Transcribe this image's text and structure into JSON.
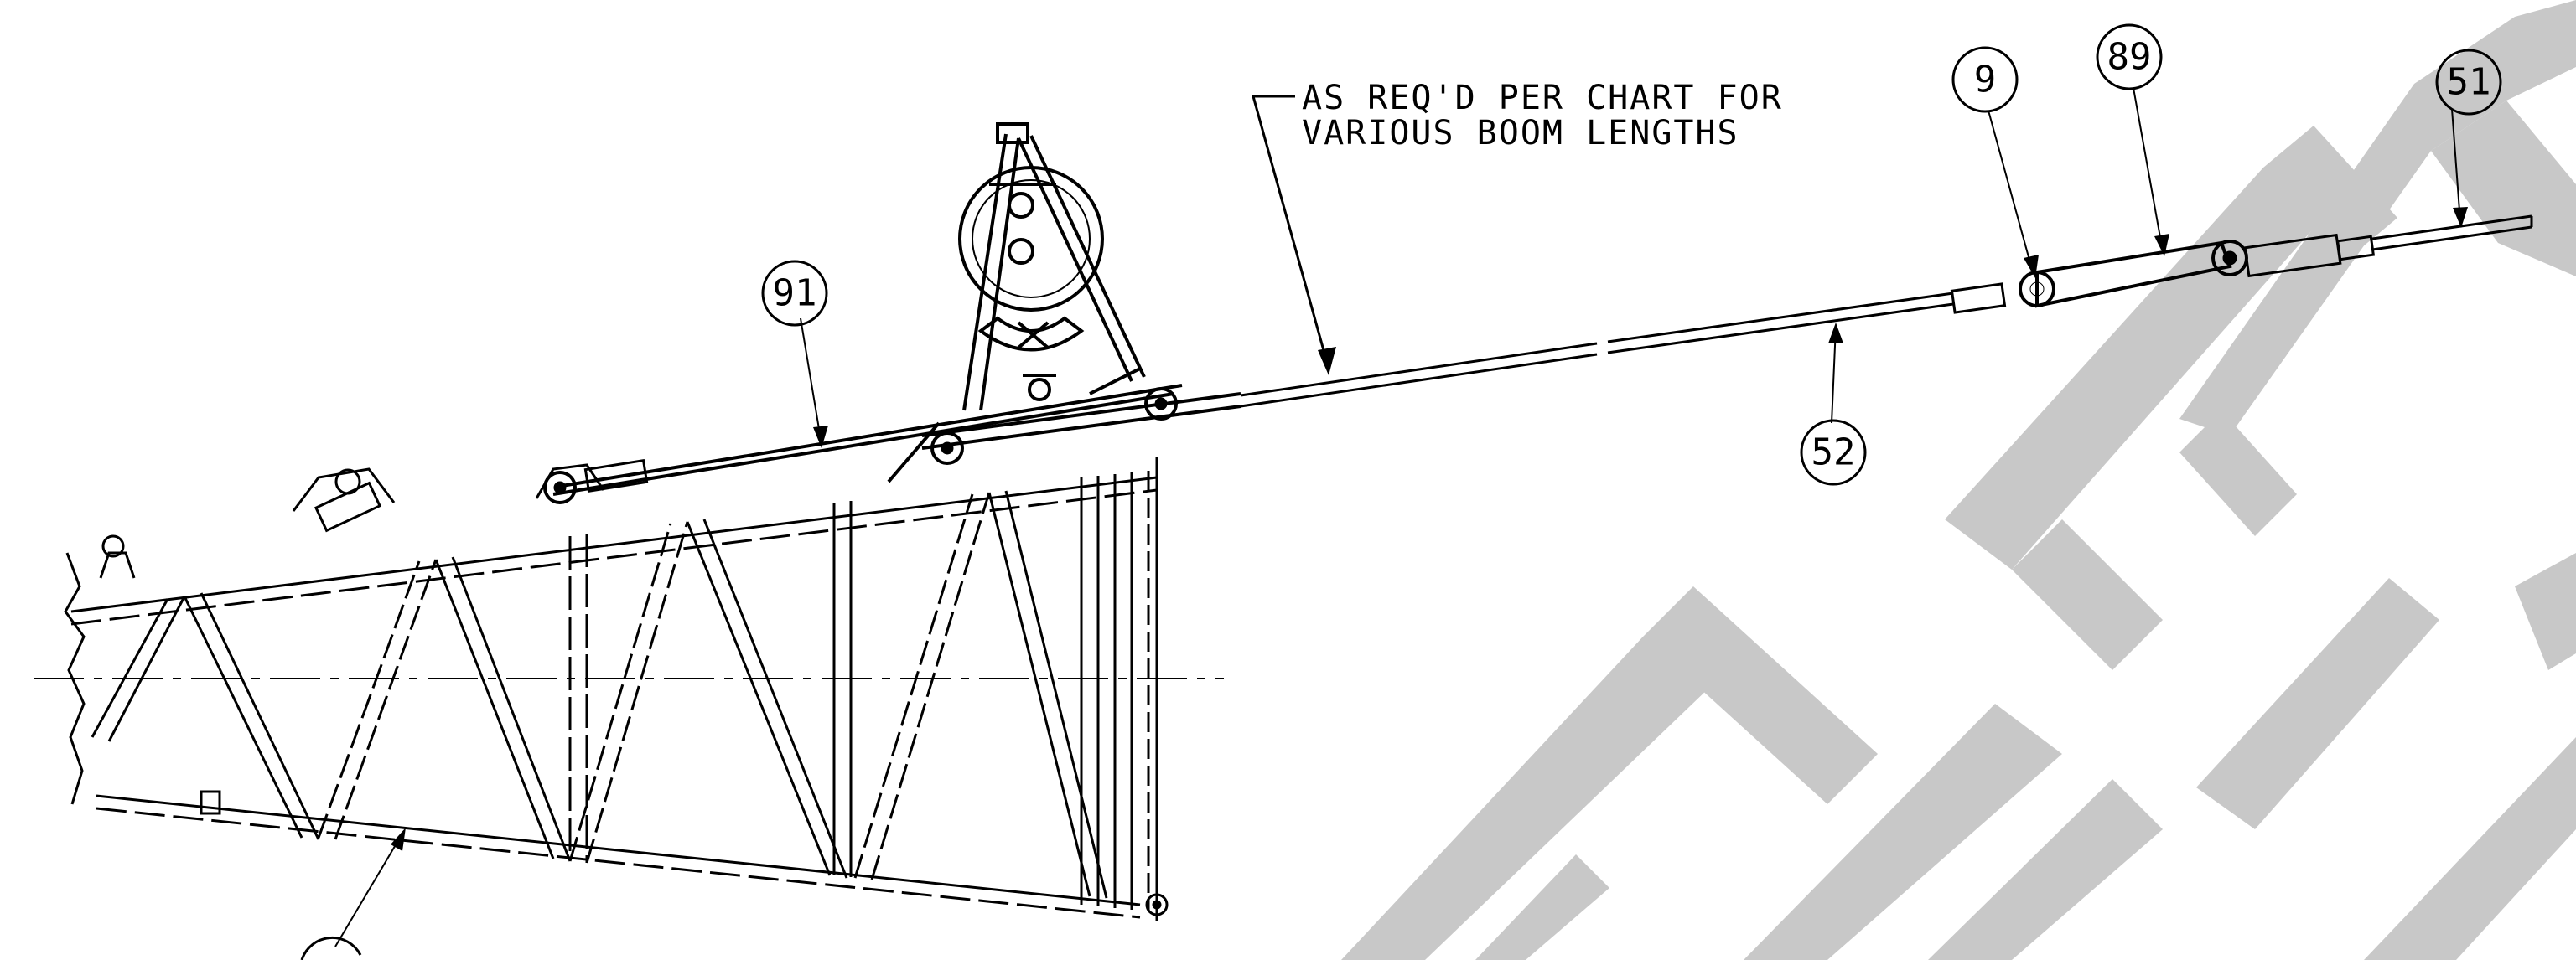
{
  "drawing": {
    "note": {
      "line1": "AS REQ'D PER CHART FOR",
      "line2": "VARIOUS BOOM LENGTHS"
    },
    "callouts": [
      {
        "id": "callout-91",
        "label": "91"
      },
      {
        "id": "callout-9",
        "label": "9"
      },
      {
        "id": "callout-89",
        "label": "89"
      },
      {
        "id": "callout-51",
        "label": "51"
      },
      {
        "id": "callout-52",
        "label": "52"
      }
    ],
    "watermark_text": "REFERENCE",
    "colors": {
      "line": "#000000",
      "watermark": "#c8c8c8",
      "background": "#ffffff"
    }
  }
}
